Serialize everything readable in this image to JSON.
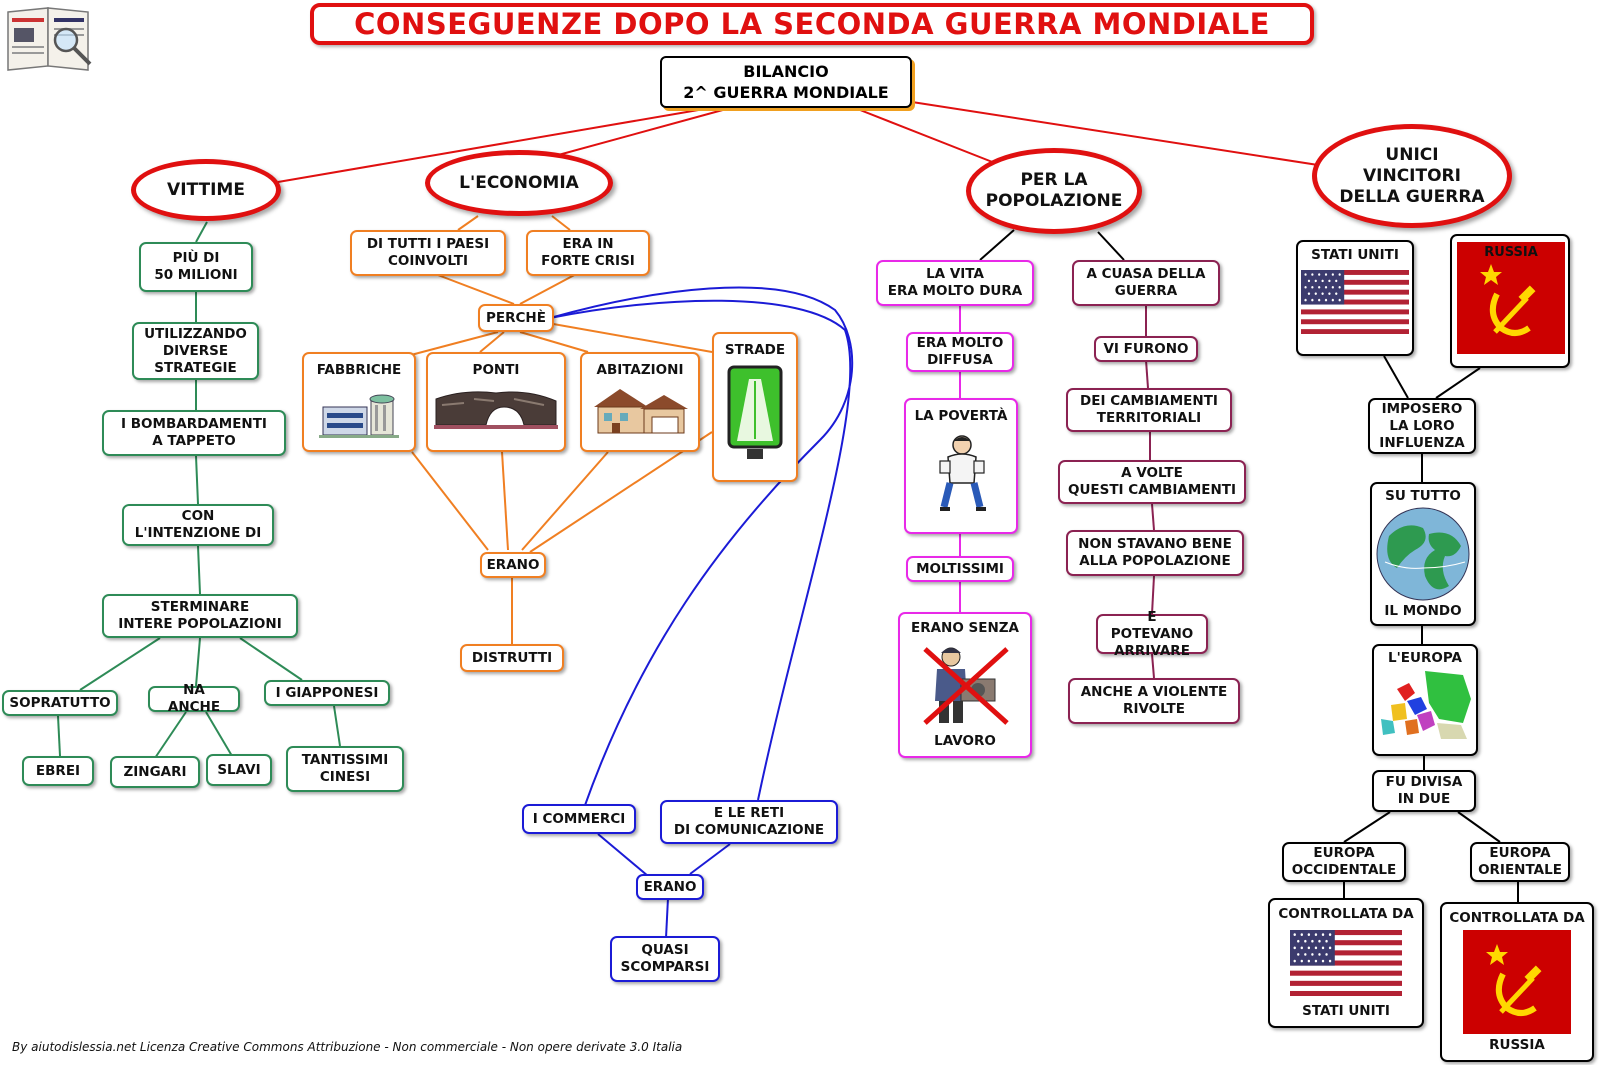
{
  "title": "CONSEGUENZE DOPO LA SECONDA GUERRA MONDIALE",
  "root": {
    "line1": "BILANCIO",
    "line2": "2^ GUERRA MONDIALE"
  },
  "ovals": {
    "vittime": "VITTIME",
    "economia": "L'ECONOMIA",
    "popolazione": "PER LA\nPOPOLAZIONE",
    "vincitori": "UNICI\nVINCITORI\nDELLA GUERRA"
  },
  "vittime": {
    "n1": "PIÙ DI\n50 MILIONI",
    "n2": "UTILIZZANDO\nDIVERSE\nSTRATEGIE",
    "n3": "I BOMBARDAMENTI\nA TAPPETO",
    "n4": "CON\nL'INTENZIONE DI",
    "n5": "STERMINARE\nINTERE POPOLAZIONI",
    "sopratutto": "SOPRATUTTO",
    "ebrei": "EBREI",
    "na_anche": "NA ANCHE",
    "zingari": "ZINGARI",
    "slavi": "SLAVI",
    "giapponesi": "I GIAPPONESI",
    "cinesi": "TANTISSIMI\nCINESI"
  },
  "economia": {
    "paesi": "DI TUTTI I PAESI\nCOINVOLTI",
    "crisi": "ERA IN\nFORTE CRISI",
    "perche": "PERCHÈ",
    "fabbriche": "FABBRICHE",
    "ponti": "PONTI",
    "abitazioni": "ABITAZIONI",
    "strade": "STRADE",
    "erano": "ERANO",
    "distrutti": "DISTRUTTI",
    "commerci": "I COMMERCI",
    "reti": "E LE RETI\nDI COMUNICAZIONE",
    "erano2": "ERANO",
    "scomparsi": "QUASI\nSCOMPARSI"
  },
  "popolazione": {
    "vita": "LA VITA\nERA MOLTO DURA",
    "diffusa": "ERA MOLTO\nDIFFUSA",
    "poverta": "LA POVERTÀ",
    "moltissimi": "MOLTISSIMI",
    "senza": "ERANO  SENZA",
    "lavoro": "LAVORO",
    "causa": "A CUASA DELLA\nGUERRA",
    "furono": "VI FURONO",
    "cambiamenti": "DEI CAMBIAMENTI\nTERRITORIALI",
    "volte": "A VOLTE\nQUESTI CAMBIAMENTI",
    "bene": "NON STAVANO BENE\nALLA POPOLAZIONE",
    "potevano": "E POTEVANO\nARRIVARE",
    "rivolte": "ANCHE A VIOLENTE\nRIVOLTE"
  },
  "vincitori": {
    "usa": "STATI UNITI",
    "russia": "RUSSIA",
    "imposero": "IMPOSERO\nLA LORO\nINFLUENZA",
    "su_tutto": "SU TUTTO",
    "il_mondo": "IL MONDO",
    "europa": "L'EUROPA",
    "divisa": "FU DIVISA\nIN DUE",
    "occidentale": "EUROPA\nOCCIDENTALE",
    "orientale": "EUROPA\nORIENTALE",
    "controllata1": "CONTROLLATA DA",
    "usa2": "STATI UNITI",
    "controllata2": "CONTROLLATA DA",
    "russia2": "RUSSIA"
  },
  "footer": "By aiutodislessia.net Licenza Creative Commons Attribuzione - Non commerciale - Non opere derivate 3.0 Italia",
  "colors": {
    "red": "#e01010",
    "green": "#2e8b57",
    "orange": "#f07f22",
    "magenta": "#e829e8",
    "plum": "#8b2252",
    "blue": "#1b1bd6"
  },
  "icons": [
    "book-magnifier-icon",
    "factory-icon",
    "bridge-icon",
    "house-icon",
    "road-sign-icon",
    "poor-man-icon",
    "worker-crossed-icon",
    "usa-flag-icon",
    "ussr-flag-icon",
    "globe-icon",
    "europe-map-icon"
  ]
}
